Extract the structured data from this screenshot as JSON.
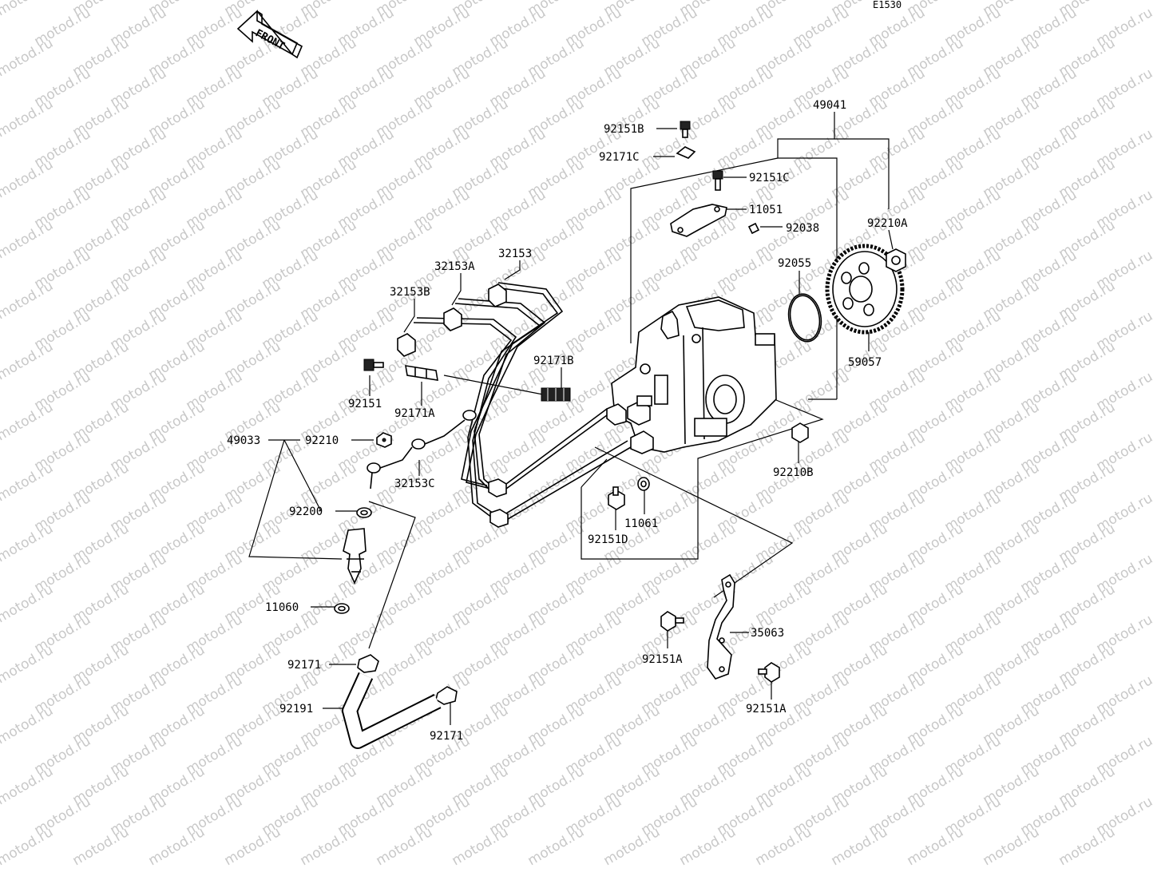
{
  "diagram": {
    "code": "E1530",
    "front_label": "FRONT",
    "watermark": "motod.ru",
    "part_labels": {
      "p49041": "49041",
      "p92151B": "92151B",
      "p92171C": "92171C",
      "p92151C": "92151C",
      "p11051": "11051",
      "p92038": "92038",
      "p92210A": "92210A",
      "p92055": "92055",
      "p59057": "59057",
      "p32153": "32153",
      "p32153A": "32153A",
      "p32153B": "32153B",
      "p92171B": "92171B",
      "p92151": "92151",
      "p92171A": "92171A",
      "p49033": "49033",
      "p92210": "92210",
      "p32153C": "32153C",
      "p92200": "92200",
      "p11060": "11060",
      "p92171_top": "92171",
      "p92191": "92191",
      "p92171_bottom": "92171",
      "p92210B": "92210B",
      "p11061": "11061",
      "p92151D": "92151D",
      "p35063": "35063",
      "p92151A_left": "92151A",
      "p92151A_right": "92151A"
    }
  }
}
